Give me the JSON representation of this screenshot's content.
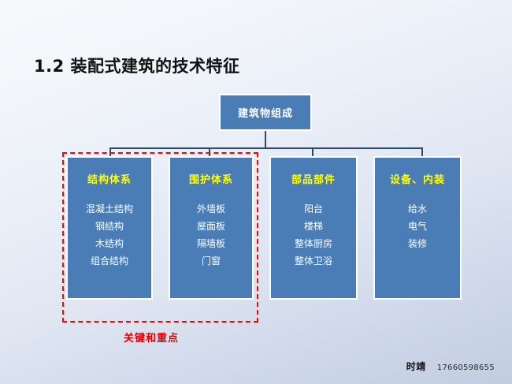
{
  "slide": {
    "title": "1.2 装配式建筑的技术特征",
    "background_top_color": "#f7f9fc",
    "background_bottom_color": "#c2cde0"
  },
  "diagram": {
    "root": {
      "label": "建筑物组成",
      "fill_color": "#4a7cb5",
      "text_color": "#ffffff",
      "border_color": "#ffffff"
    },
    "connector_color": "#2e4a6b",
    "categories": [
      {
        "header": "结构体系",
        "header_color": "#ffff00",
        "item_color": "#ffffff",
        "items": [
          "混凝土结构",
          "钢结构",
          "木结构",
          "组合结构"
        ]
      },
      {
        "header": "围护体系",
        "header_color": "#ffff00",
        "item_color": "#ffffff",
        "items": [
          "外墙板",
          "屋面板",
          "隔墙板",
          "门窗"
        ]
      },
      {
        "header": "部品部件",
        "header_color": "#ffff00",
        "item_color": "#ffffff",
        "items": [
          "阳台",
          "楼梯",
          "整体厨房",
          "整体卫浴"
        ]
      },
      {
        "header": "设备、内装",
        "header_color": "#ffff00",
        "item_color": "#ffffff",
        "items": [
          "给水",
          "电气",
          "装修"
        ]
      }
    ],
    "highlight": {
      "label": "关键和重点",
      "color": "#ff0000",
      "label_color": "#e00000",
      "covers": [
        "结构体系",
        "围护体系"
      ]
    }
  },
  "footer": {
    "name": "时靖",
    "phone": "17660598655"
  }
}
